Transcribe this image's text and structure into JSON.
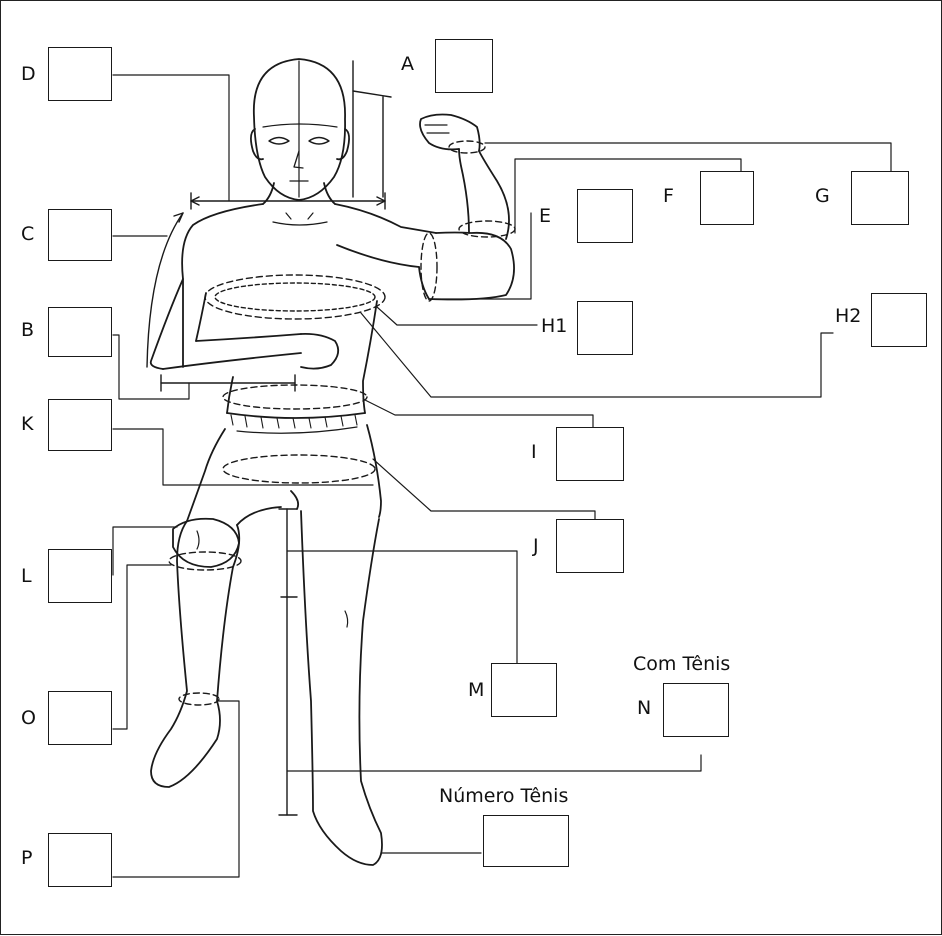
{
  "measurements": [
    {
      "id": "A",
      "label": "A"
    },
    {
      "id": "B",
      "label": "B"
    },
    {
      "id": "C",
      "label": "C"
    },
    {
      "id": "D",
      "label": "D"
    },
    {
      "id": "E",
      "label": "E"
    },
    {
      "id": "F",
      "label": "F"
    },
    {
      "id": "G",
      "label": "G"
    },
    {
      "id": "H1",
      "label": "H1"
    },
    {
      "id": "H2",
      "label": "H2"
    },
    {
      "id": "I",
      "label": "I"
    },
    {
      "id": "J",
      "label": "J"
    },
    {
      "id": "K",
      "label": "K"
    },
    {
      "id": "L",
      "label": "L"
    },
    {
      "id": "M",
      "label": "M"
    },
    {
      "id": "N",
      "label": "N",
      "caption": "Com Tênis"
    },
    {
      "id": "O",
      "label": "O"
    },
    {
      "id": "P",
      "label": "P"
    },
    {
      "id": "shoe",
      "caption": "Número Tênis"
    }
  ],
  "colors": {
    "ink": "#1a1a1a",
    "background": "#ffffff"
  }
}
